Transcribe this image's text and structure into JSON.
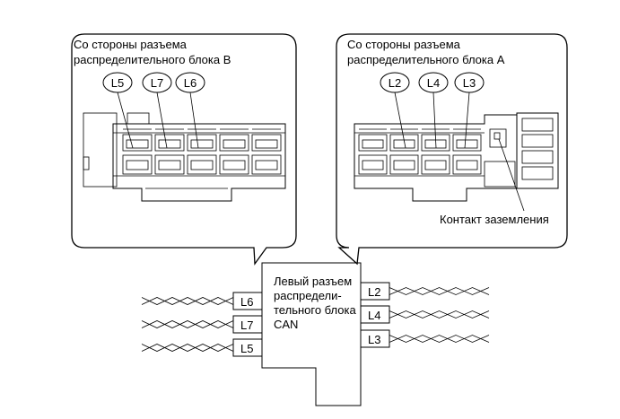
{
  "callout_b": {
    "title_line1": "Со стороны разъема",
    "title_line2": "распределительного блока B",
    "pins": [
      "L5",
      "L7",
      "L6"
    ]
  },
  "callout_a": {
    "title_line1": "Со стороны разъема",
    "title_line2": "распределительного блока A",
    "pins": [
      "L2",
      "L4",
      "L3"
    ],
    "ground_label": "Контакт заземления"
  },
  "junction": {
    "line1": "Левый разъем",
    "line2": "распредели-",
    "line3": "тельного блока",
    "line4": "CAN"
  },
  "left_pins": [
    "L6",
    "L7",
    "L5"
  ],
  "right_pins": [
    "L2",
    "L4",
    "L3"
  ]
}
